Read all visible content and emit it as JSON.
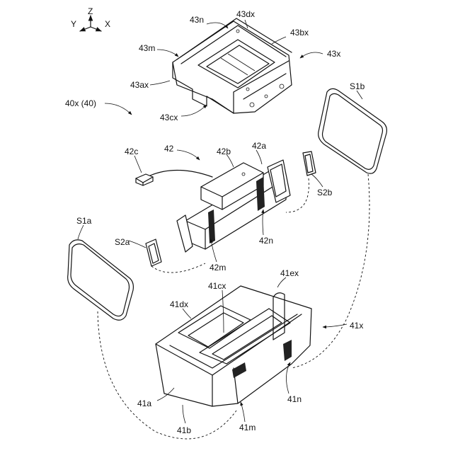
{
  "figure": {
    "axes": {
      "y": "Y",
      "z": "Z",
      "x": "X"
    },
    "labels": {
      "l_43n": "43n",
      "l_43dx": "43dx",
      "l_43bx": "43bx",
      "l_43m": "43m",
      "l_43x": "43x",
      "l_43ax": "43ax",
      "l_40x": "40x (40)",
      "l_43cx": "43cx",
      "l_S1b": "S1b",
      "l_42c": "42c",
      "l_42": "42",
      "l_42b": "42b",
      "l_42a": "42a",
      "l_S2b": "S2b",
      "l_S1a": "S1a",
      "l_S2a": "S2a",
      "l_42n": "42n",
      "l_42m": "42m",
      "l_41ex": "41ex",
      "l_41cx": "41cx",
      "l_41dx": "41dx",
      "l_41x": "41x",
      "l_41a": "41a",
      "l_41n": "41n",
      "l_41b": "41b",
      "l_41m": "41m"
    }
  }
}
